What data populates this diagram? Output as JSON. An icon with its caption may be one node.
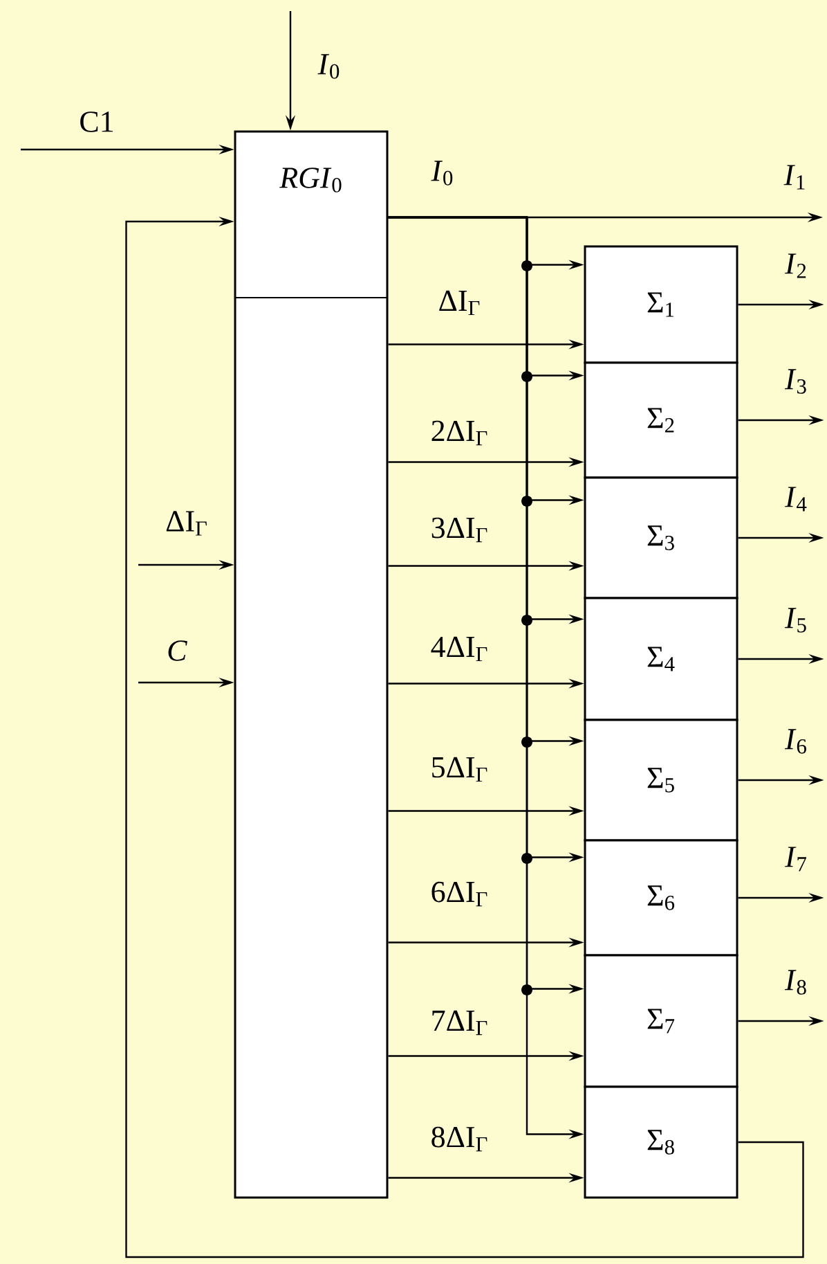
{
  "diagram": {
    "nodes": [
      {
        "text": [
          "*RGI*$_{0}$"
        ]
      },
      {
        "text": [
          "Σ$_{1}$"
        ]
      },
      {
        "text": [
          "Σ$_{2}$"
        ]
      },
      {
        "text": [
          "Σ$_{3}$"
        ]
      },
      {
        "text": [
          "Σ$_{4}$"
        ]
      },
      {
        "text": [
          "Σ$_{5}$"
        ]
      },
      {
        "text": [
          "Σ$_{6}$"
        ]
      },
      {
        "text": [
          "Σ$_{7}$"
        ]
      },
      {
        "text": [
          "Σ$_{8}$"
        ]
      }
    ],
    "edges": [
      {
        "from": null,
        "to": 0,
        "arrow": "to",
        "label": "*I*$_{0}$"
      },
      {
        "from": null,
        "to": 0,
        "arrow": "to",
        "label": "C1"
      },
      {
        "from": 8,
        "to": 0,
        "arrow": "to"
      },
      {
        "from": null,
        "to": 0,
        "arrow": "to",
        "label": "ΔI$_{Γ}$"
      },
      {
        "from": null,
        "to": 0,
        "arrow": "to",
        "label": "*C*"
      },
      {
        "from": 0,
        "to": null,
        "arrow": "to",
        "label": "*I*$_{1}$"
      },
      {
        "from": 0,
        "to": 1,
        "arrow": "to"
      },
      {
        "from": 0,
        "to": 2,
        "arrow": "to"
      },
      {
        "from": 0,
        "to": 3,
        "arrow": "to"
      },
      {
        "from": 0,
        "to": 4,
        "arrow": "to"
      },
      {
        "from": 0,
        "to": 5,
        "arrow": "to"
      },
      {
        "from": 0,
        "to": 6,
        "arrow": "to"
      },
      {
        "from": 0,
        "to": 7,
        "arrow": "to"
      },
      {
        "from": 0,
        "to": 8,
        "arrow": "to"
      },
      {
        "from": 0,
        "to": 1,
        "arrow": "to",
        "label": "ΔI$_{Γ}$"
      },
      {
        "from": 0,
        "to": 2,
        "arrow": "to",
        "label": "2ΔI$_{Γ}$"
      },
      {
        "from": 0,
        "to": 3,
        "arrow": "to",
        "label": "3ΔI$_{Γ}$"
      },
      {
        "from": 0,
        "to": 4,
        "arrow": "to",
        "label": "4ΔI$_{Γ}$"
      },
      {
        "from": 0,
        "to": 5,
        "arrow": "to",
        "label": "5ΔI$_{Γ}$"
      },
      {
        "from": 0,
        "to": 6,
        "arrow": "to",
        "label": "6ΔI$_{Γ}$"
      },
      {
        "from": 0,
        "to": 7,
        "arrow": "to",
        "label": "7ΔI$_{Γ}$"
      },
      {
        "from": 0,
        "to": 8,
        "arrow": "to",
        "label": "8ΔI$_{Γ}$"
      },
      {
        "from": 1,
        "to": null,
        "arrow": "to",
        "label": "*I*$_{2}$"
      },
      {
        "from": 2,
        "to": null,
        "arrow": "to",
        "label": "*I*$_{3}$"
      },
      {
        "from": 3,
        "to": null,
        "arrow": "to",
        "label": "*I*$_{4}$"
      },
      {
        "from": 4,
        "to": null,
        "arrow": "to",
        "label": "*I*$_{5}$"
      },
      {
        "from": 5,
        "to": null,
        "arrow": "to",
        "label": "*I*$_{6}$"
      },
      {
        "from": 6,
        "to": null,
        "arrow": "to",
        "label": "*I*$_{7}$"
      },
      {
        "from": 7,
        "to": null,
        "arrow": "to",
        "label": "*I*$_{8}$"
      }
    ],
    "labels": [
      "*I*$_{0}$"
    ]
  }
}
